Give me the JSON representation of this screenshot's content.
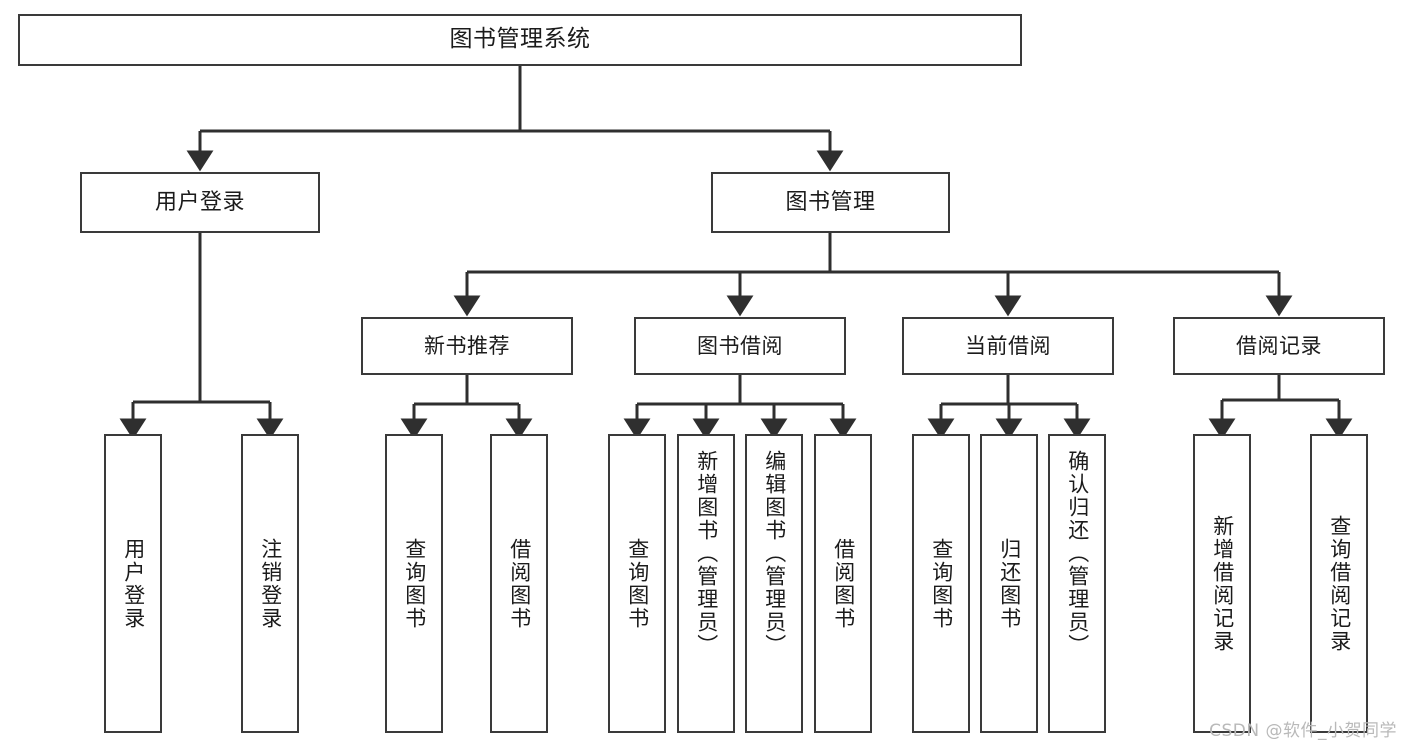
{
  "diagram": {
    "title": "图书管理系统",
    "type": "tree-hierarchy",
    "watermark": "CSDN @软件_小贺同学",
    "colors": {
      "background": "#ffffff",
      "box_border": "#3a3a3a",
      "box_fill": "#ffffff",
      "text": "#1b1b1b",
      "edge": "#2f2f2f",
      "watermark": "#b9b9b9"
    },
    "levels": {
      "root": {
        "label": "图书管理系统"
      },
      "level2": [
        {
          "id": "user-login",
          "label": "用户登录"
        },
        {
          "id": "book-manage",
          "label": "图书管理"
        }
      ],
      "level3": [
        {
          "id": "new-book-rec",
          "label": "新书推荐",
          "parent": "book-manage"
        },
        {
          "id": "book-borrow",
          "label": "图书借阅",
          "parent": "book-manage"
        },
        {
          "id": "current-borrow",
          "label": "当前借阅",
          "parent": "book-manage"
        },
        {
          "id": "borrow-record",
          "label": "借阅记录",
          "parent": "book-manage"
        }
      ],
      "leaves": [
        {
          "id": "leaf-user-login",
          "label": "用户登录",
          "parent": "user-login"
        },
        {
          "id": "leaf-logout",
          "label": "注销登录",
          "parent": "user-login"
        },
        {
          "id": "leaf-query-book-1",
          "label": "查询图书",
          "parent": "new-book-rec"
        },
        {
          "id": "leaf-borrow-book-1",
          "label": "借阅图书",
          "parent": "new-book-rec"
        },
        {
          "id": "leaf-query-book-2",
          "label": "查询图书",
          "parent": "book-borrow"
        },
        {
          "id": "leaf-add-book",
          "label": "新增图书（管理员）",
          "parent": "book-borrow"
        },
        {
          "id": "leaf-edit-book",
          "label": "编辑图书（管理员）",
          "parent": "book-borrow"
        },
        {
          "id": "leaf-borrow-book-2",
          "label": "借阅图书",
          "parent": "book-borrow"
        },
        {
          "id": "leaf-query-book-3",
          "label": "查询图书",
          "parent": "current-borrow"
        },
        {
          "id": "leaf-return-book",
          "label": "归还图书",
          "parent": "current-borrow"
        },
        {
          "id": "leaf-confirm-return",
          "label": "确认归还（管理员）",
          "parent": "current-borrow"
        },
        {
          "id": "leaf-add-record",
          "label": "新增借阅记录",
          "parent": "borrow-record"
        },
        {
          "id": "leaf-query-record",
          "label": "查询借阅记录",
          "parent": "borrow-record"
        }
      ]
    }
  }
}
